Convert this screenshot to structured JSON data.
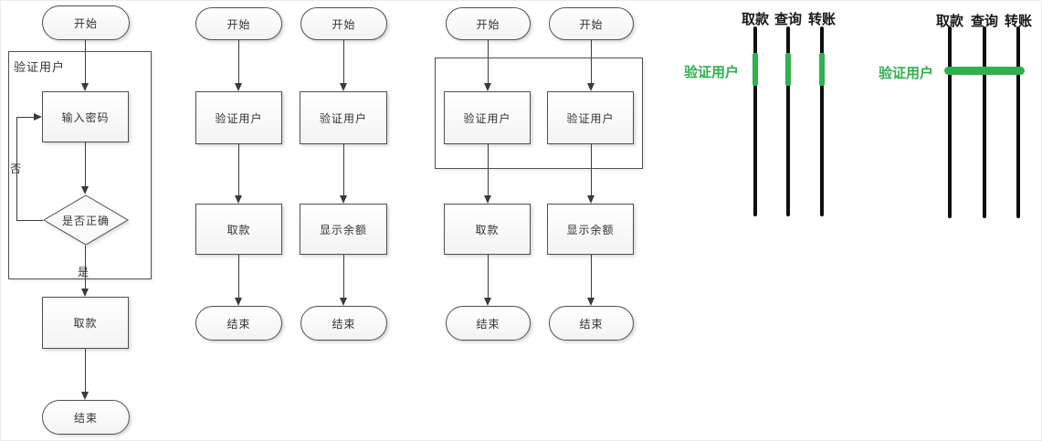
{
  "colors": {
    "activation_green": "#2eb14e",
    "lifeline_black": "#0f0f0f",
    "shape_border": "#4f4f4f",
    "arrow": "#3a3a3a"
  },
  "diagram1": {
    "start": "开始",
    "container_label": "验证用户",
    "input_password": "输入密码",
    "decision": "是否正确",
    "label_no": "否",
    "label_yes": "是",
    "withdraw": "取款",
    "end": "结束"
  },
  "diagram2": {
    "flow_withdraw": {
      "start": "开始",
      "verify": "验证用户",
      "action": "取款",
      "end": "结束"
    },
    "flow_balance": {
      "start": "开始",
      "verify": "验证用户",
      "action": "显示余额",
      "end": "结束"
    }
  },
  "diagram3": {
    "start_left": "开始",
    "start_right": "开始",
    "verify_left": "验证用户",
    "verify_right": "验证用户",
    "withdraw": "取款",
    "balance": "显示余额",
    "end_left": "结束",
    "end_right": "结束"
  },
  "sequence_separate": {
    "lifelines": [
      "取款",
      "查询",
      "转账"
    ],
    "activation_label": "验证用户"
  },
  "sequence_merged": {
    "lifelines": [
      "取款",
      "查询",
      "转账"
    ],
    "activation_label": "验证用户"
  }
}
